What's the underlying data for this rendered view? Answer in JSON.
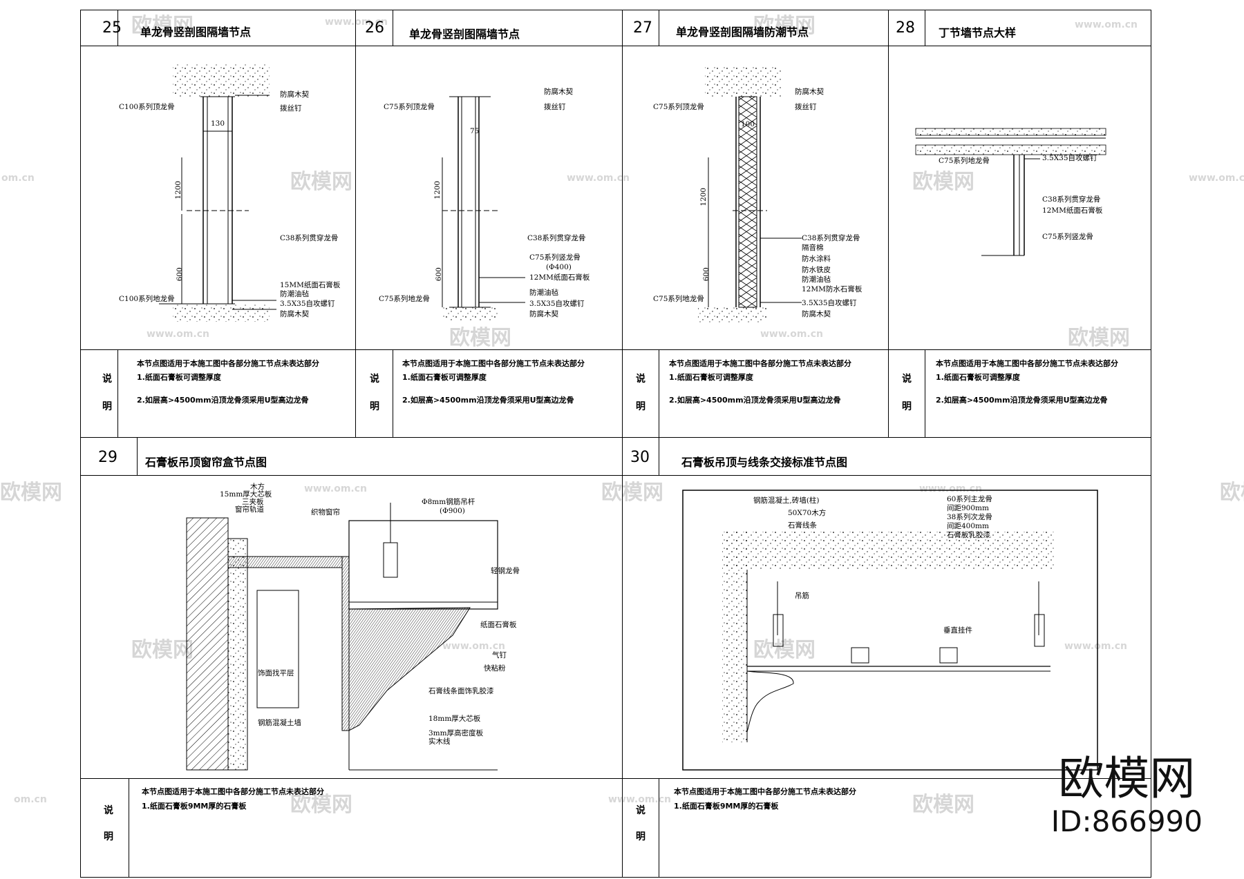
{
  "panels": [
    {
      "num": "25",
      "title": "单龙骨竖剖图隔墙节点"
    },
    {
      "num": "26",
      "title": "单龙骨竖剖图隔墙节点"
    },
    {
      "num": "27",
      "title": "单龙骨竖剖图隔墙防潮节点"
    },
    {
      "num": "28",
      "title": "丁节墙节点大样"
    },
    {
      "num": "29",
      "title": "石膏板吊顶窗帘盒节点图"
    },
    {
      "num": "30",
      "title": "石膏板吊顶与线条交接标准节点图"
    }
  ],
  "side_label": {
    "a": "说",
    "b": "明"
  },
  "notes_top": {
    "line1": "本节点图适用于本施工图中各部分施工节点未表达部分",
    "line2": "1.纸面石膏板可调整厚度",
    "line3": "2.如层高>4500mm沿顶龙骨须采用U型高边龙骨"
  },
  "notes_bottom": {
    "line1": "本节点图适用于本施工图中各部分施工节点未表达部分",
    "line2": "1.纸面石膏板9MM厚的石膏板"
  },
  "p25": {
    "top_label": "C100系列顶龙骨",
    "bottom_label": "C100系列地龙骨",
    "dim_w": "130",
    "dim_1200": "1200",
    "dim_600": "600",
    "r1": "防腐木契",
    "r2": "拨丝钉",
    "r3": "C38系列贯穿龙骨",
    "r4": "15MM纸面石膏板",
    "r5": "防潮油毡",
    "r6": "3.5X35自攻螺钉",
    "r7": "防腐木契"
  },
  "p26": {
    "top_label": "C75系列顶龙骨",
    "bottom_label": "C75系列地龙骨",
    "dim_w": "75",
    "dim_1200": "1200",
    "dim_600": "600",
    "r1": "防腐木契",
    "r2": "拨丝钉",
    "r3": "C38系列贯穿龙骨",
    "r4": "C75系列竖龙骨",
    "r4b": "(Φ400)",
    "r5": "12MM纸面石膏板",
    "r6": "防潮油毡",
    "r7": "3.5X35自攻螺钉",
    "r8": "防腐木契"
  },
  "p27": {
    "top_label": "C75系列顶龙骨",
    "bottom_label": "C75系列地龙骨",
    "dim_w": "100",
    "dim_1200": "1200",
    "dim_600": "600",
    "r1": "防腐木契",
    "r2": "拨丝钉",
    "r3": "C38系列贯穿龙骨",
    "r4": "隔音棉",
    "r5": "防水涂料",
    "r6": "防水铁皮",
    "r7": "防潮油毡",
    "r8": "12MM防水石膏板",
    "r9": "3.5X35自攻螺钉",
    "r10": "防腐木契"
  },
  "p28": {
    "l1": "C75系列地龙骨",
    "r1": "3.5X35自攻螺钉",
    "r2": "C38系列贯穿龙骨",
    "r3": "12MM纸面石膏板",
    "r4": "C75系列竖龙骨"
  },
  "p29": {
    "t1": "木方",
    "t2": "15mm厚大芯板",
    "t3": "三夹板",
    "t4": "窗帘轨道",
    "t5": "织物窗帘",
    "t6": "Φ8mm钢筋吊杆",
    "t7": "(Φ900)",
    "r1": "轻钢龙骨",
    "r2": "纸面石膏板",
    "r3": "气钉",
    "r4": "快粘粉",
    "r5": "石膏线条面饰乳胶漆",
    "r6": "18mm厚大芯板",
    "r7": "3mm厚高密度板",
    "r8": "实木线",
    "l1": "饰面找平层",
    "l2": "钢筋混凝土墙"
  },
  "p30": {
    "l1": "钢筋混凝土,砖墙(柱)",
    "l2": "50X70木方",
    "l3": "石膏线条",
    "l4": "吊筋",
    "r1": "60系列主龙骨",
    "r2": "间距900mm",
    "r3": "38系列次龙骨",
    "r4": "间距400mm",
    "r5": "石膏板乳胶漆",
    "r6": "垂直挂件"
  },
  "watermarks": {
    "main": "欧模网",
    "site": "www.om.cn",
    "short": "om.cn"
  },
  "brand": {
    "name": "欧模网",
    "id": "ID:866990"
  }
}
